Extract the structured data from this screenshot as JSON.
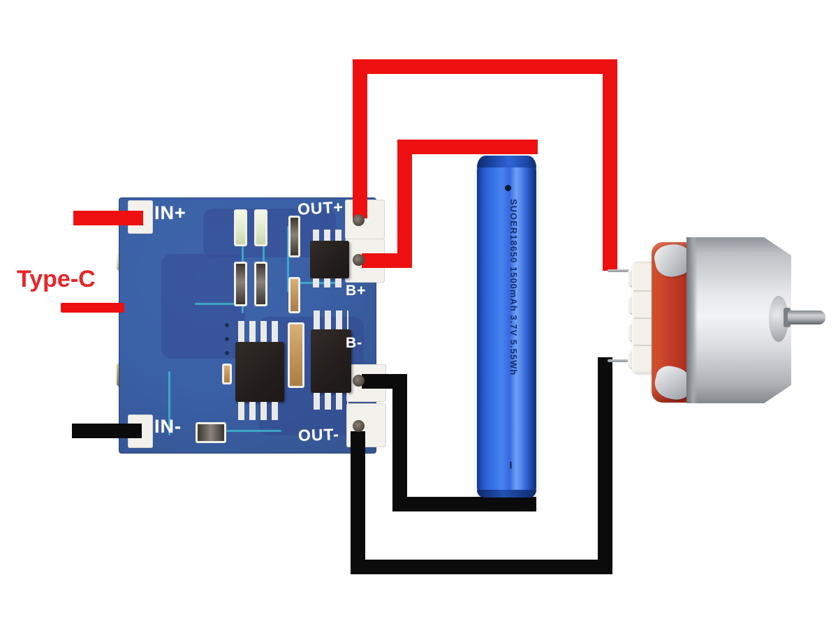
{
  "pcb": {
    "labels": {
      "in_plus": "IN+",
      "in_minus": "IN-",
      "out_plus": "OUT+",
      "out_minus": "OUT-",
      "b_plus": "B+",
      "b_minus": "B-"
    },
    "connector_label": "Type-C"
  },
  "battery": {
    "label": "SUOER18650 1500mAh 3.7V 5.55Wh",
    "polarity_mark": "–"
  },
  "colors": {
    "wire_positive": "#ee1010",
    "wire_negative": "#0b0b0b",
    "pcb_board_blue": "#3a60a6",
    "pcb_trace_teal": "#41bfd4",
    "battery_body_blue": "#2f66dd",
    "motor_end_cap_red": "#bf3a24",
    "silkscreen_white": "#ffffff",
    "annotation_red": "#e62628"
  }
}
